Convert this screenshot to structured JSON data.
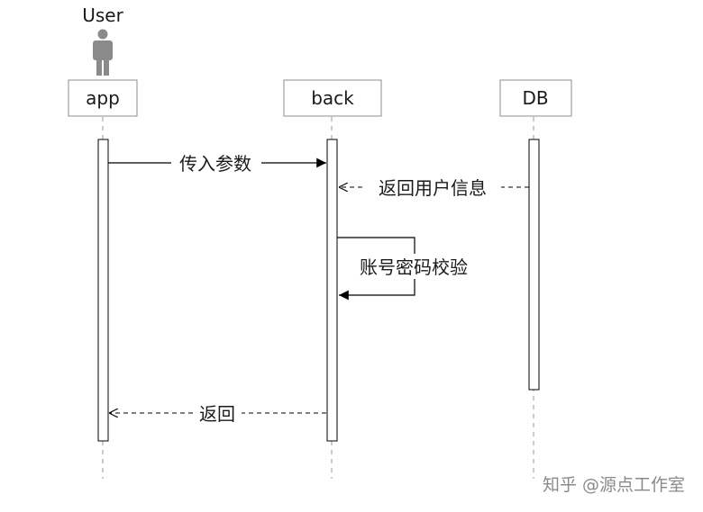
{
  "actor": {
    "label": "User",
    "icon": "person-icon"
  },
  "participants": [
    {
      "id": "app",
      "label": "app"
    },
    {
      "id": "back",
      "label": "back"
    },
    {
      "id": "db",
      "label": "DB"
    }
  ],
  "messages": [
    {
      "from": "app",
      "to": "back",
      "label": "传入参数",
      "style": "solid"
    },
    {
      "from": "db",
      "to": "back",
      "label": "返回用户信息",
      "style": "dashed"
    },
    {
      "from": "back",
      "to": "back",
      "label": "账号密码校验",
      "style": "solid-self"
    },
    {
      "from": "back",
      "to": "app",
      "label": "返回",
      "style": "dashed"
    }
  ],
  "watermark": "知乎 @源点工作室",
  "colors": {
    "line": "#000000",
    "box_border": "#8c8c8c",
    "icon": "#8a8a8a",
    "lifeline": "#9a9a9a"
  }
}
